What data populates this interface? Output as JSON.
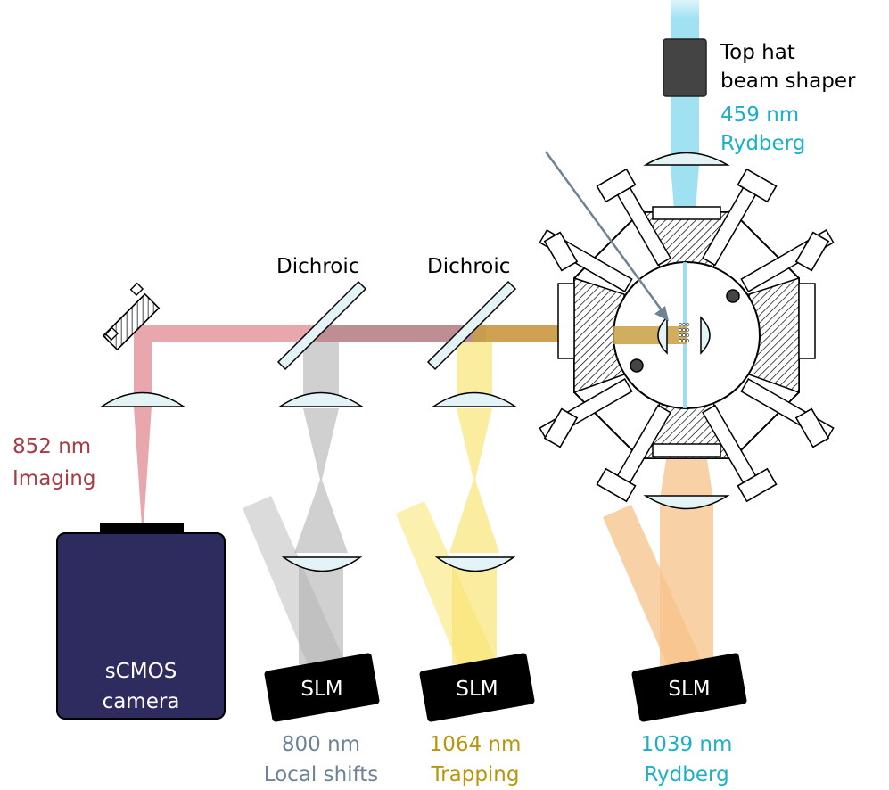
{
  "labels": {
    "dichroic_1": "Dichroic",
    "dichroic_2": "Dichroic",
    "top_hat_line1": "Top hat",
    "top_hat_line2": "beam shaper",
    "rydberg_459_line1": "459 nm",
    "rydberg_459_line2": "Rydberg",
    "imaging_line1": "852 nm",
    "imaging_line2": "Imaging",
    "camera_line1": "sCMOS",
    "camera_line2": "camera",
    "slm_1": "SLM",
    "slm_2": "SLM",
    "slm_3": "SLM",
    "local_shifts_line1": "800 nm",
    "local_shifts_line2": "Local shifts",
    "trapping_line1": "1064 nm",
    "trapping_line2": "Trapping",
    "rydberg_1039_line1": "1039 nm",
    "rydberg_1039_line2": "Rydberg"
  },
  "colors": {
    "imaging": "#a33c45",
    "local_shifts": "#6e8296",
    "trapping": "#b8960c",
    "rydberg": "#1ab0c8",
    "camera_body": "#2e2b5f",
    "slm_body": "#000000",
    "beam_red": "#e08a92",
    "beam_gray": "#b0b0b0",
    "beam_yellow": "#f7e46b",
    "beam_orange": "#f7c188",
    "beam_cyan": "#8fdcef",
    "lens_fill": "#e4f3f6"
  },
  "icons": {
    "mirror": "hatched-mirror-icon",
    "chamber": "vacuum-chamber-icon",
    "lens": "lens-icon"
  }
}
